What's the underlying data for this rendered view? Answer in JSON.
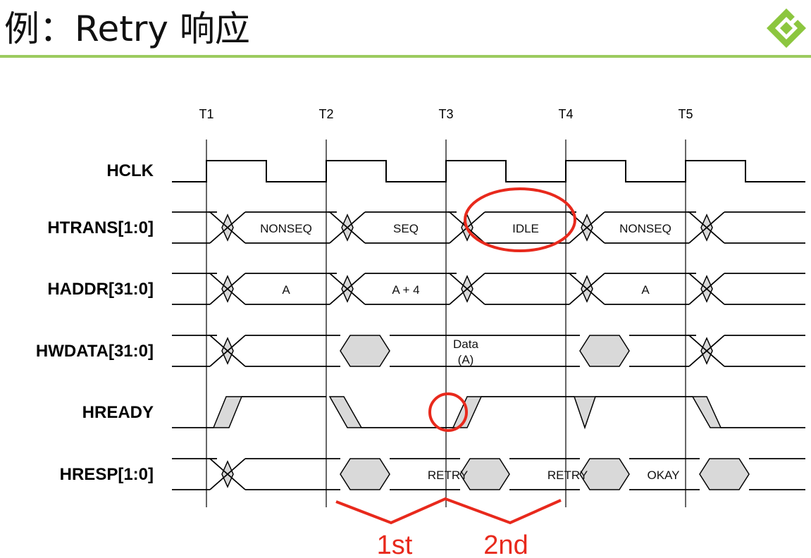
{
  "slide": {
    "title": "例：Retry 响应",
    "accent_color": "#9ccb5f",
    "logo_icon": "diamond-logo-icon"
  },
  "timing": {
    "ticks": [
      "T1",
      "T2",
      "T3",
      "T4",
      "T5"
    ],
    "signals": [
      {
        "name": "HCLK",
        "kind": "clock"
      },
      {
        "name": "HTRANS[1:0]",
        "kind": "bus",
        "values": [
          {
            "text": "NONSEQ",
            "at": 0.5
          },
          {
            "text": "SEQ",
            "at": 1.5
          },
          {
            "text": "IDLE",
            "at": 2.5
          },
          {
            "text": "NONSEQ",
            "at": 3.5
          }
        ]
      },
      {
        "name": "HADDR[31:0]",
        "kind": "bus",
        "values": [
          {
            "text": "A",
            "at": 0.5
          },
          {
            "text": "A + 4",
            "at": 1.5
          },
          {
            "text": "A",
            "at": 3.5
          }
        ]
      },
      {
        "name": "HWDATA[31:0]",
        "kind": "bus",
        "values": [
          {
            "text": "Data",
            "at": 2.0,
            "line": 1
          },
          {
            "text": "(A)",
            "at": 2.0,
            "line": 2
          }
        ]
      },
      {
        "name": "HREADY",
        "kind": "ready"
      },
      {
        "name": "HRESP[1:0]",
        "kind": "bus",
        "values": [
          {
            "text": "RETRY",
            "at": 1.85
          },
          {
            "text": "RETRY",
            "at": 2.85
          },
          {
            "text": "OKAY",
            "at": 3.65
          }
        ]
      }
    ],
    "annotations": [
      "1st",
      "2nd"
    ],
    "annotation_color": "#e8291c",
    "shade_color": "#d9d9d9"
  }
}
